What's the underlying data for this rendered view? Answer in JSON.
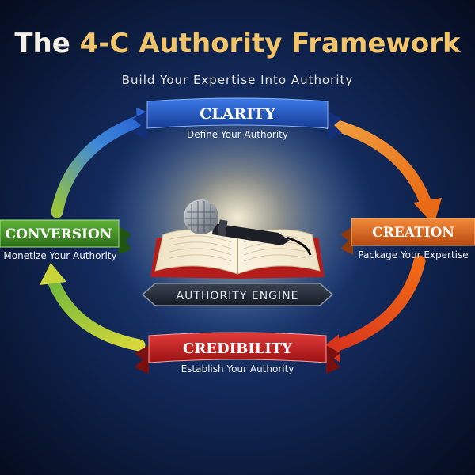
{
  "title": {
    "prefix": "The ",
    "highlight": "4-C Authority Framework"
  },
  "subtitle": "Build Your Expertise Into Authority",
  "center_label": "AUTHORITY ENGINE",
  "stages": {
    "clarity": {
      "title": "CLARITY",
      "caption": "Define Your Authority",
      "color": "#1f4fb8"
    },
    "creation": {
      "title": "CREATION",
      "caption": "Package Your Expertise",
      "color": "#d9621a"
    },
    "credibility": {
      "title": "CREDIBILITY",
      "caption": "Establish Your Authority",
      "color": "#c81e1e"
    },
    "conversion": {
      "title": "CONVERSION",
      "caption": "Monetize Your Authority",
      "color": "#3f8f22"
    }
  },
  "icons": [
    "microphone-icon",
    "open-book-icon"
  ],
  "colors": {
    "background": "#0a1630",
    "title_gold": "#f2c46a",
    "title_cream": "#f4efe4"
  }
}
